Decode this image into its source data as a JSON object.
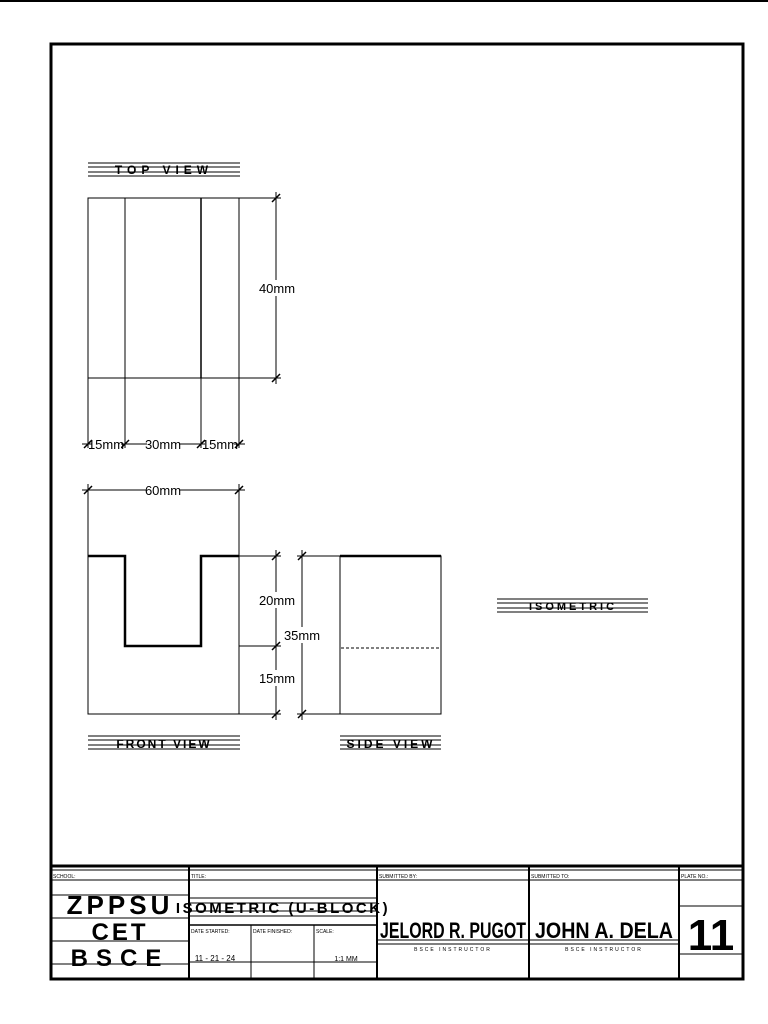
{
  "views": {
    "top_title": "TOP VIEW",
    "front_title": "FRONT VIEW",
    "side_title": "SIDE VIEW",
    "iso_title": "ISOMETRIC"
  },
  "dimensions": {
    "height_40": "40mm",
    "left_15": "15mm",
    "middle_30": "30mm",
    "right_15": "15mm",
    "width_60": "60mm",
    "slot_20": "20mm",
    "base_15": "15mm",
    "total_35": "35mm"
  },
  "title_block": {
    "school_label": "SCHOOL:",
    "school_lines": [
      "ZPPSU",
      "CET",
      "BSCE"
    ],
    "title_label": "TITLE:",
    "title_value": "ISOMETRIC (U-BLOCK)",
    "date_started_label": "DATE STARTED:",
    "date_started_value": "11 - 21 - 24",
    "date_finished_label": "DATE FINISHED:",
    "date_finished_value": "",
    "scale_label": "SCALE:",
    "scale_value": "1:1 MM",
    "submitted_by_label": "SUBMITTED BY:",
    "submitted_by_name": "JELORD R. PUGOT",
    "submitted_by_caption": "BSCE INSTRUCTOR",
    "submitted_to_label": "SUBMITTED TO:",
    "submitted_to_name": "JOHN A. DELA",
    "submitted_to_caption": "BSCE INSTRUCTOR",
    "plate_label": "PLATE NO.:",
    "plate_number": "11"
  }
}
